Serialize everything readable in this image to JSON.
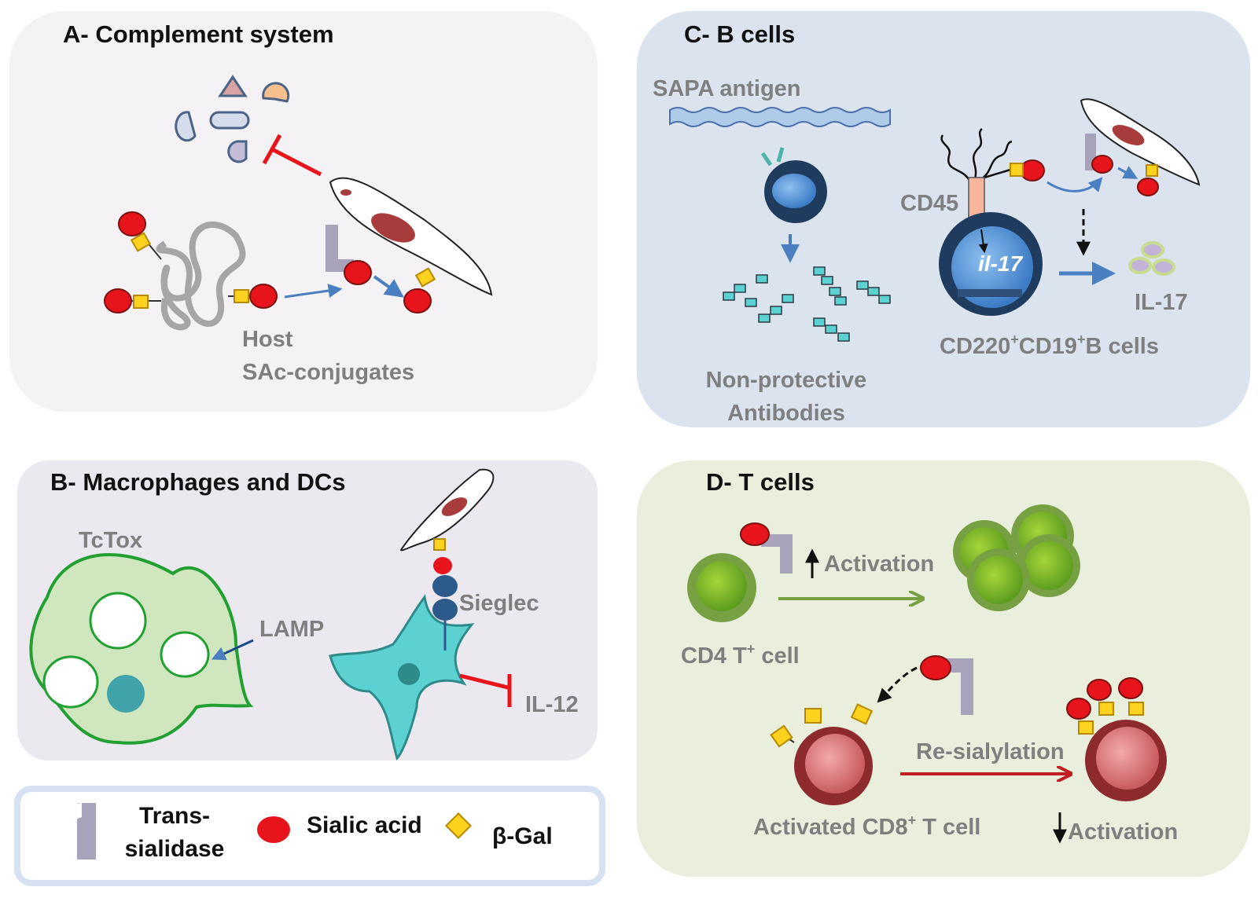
{
  "panels": {
    "a": {
      "title": "A-  Complement system",
      "host_line1": "Host",
      "host_line2": "SAc-conjugates"
    },
    "b": {
      "title": "B- Macrophages and DCs",
      "tctox": "TcTox",
      "lamp": "LAMP",
      "sieglec": "Sieglec",
      "il12": "IL-12"
    },
    "c": {
      "title": "C-  B cells",
      "sapa": "SAPA antigen",
      "cd45": "CD45",
      "il17_gene": "il-17",
      "il17": "IL-17",
      "antibodies_line1": "Non-protective",
      "antibodies_line2": "Antibodies",
      "bcell_label": "CD220+CD19+B cells"
    },
    "d": {
      "title": "D-  T cells",
      "activation_up": "Activation",
      "cd4": "CD4 T+ cell",
      "resialylation": "Re-sialylation",
      "cd8": "Activated  CD8+ T cell",
      "activation_down": "Activation"
    }
  },
  "legend": {
    "trans_line1": "Trans-",
    "trans_line2": "sialidase",
    "sialic": "Sialic acid",
    "bgal": "β-Gal"
  },
  "colors": {
    "sialic": "#e8141c",
    "bgal": "#ffd21f",
    "trans": "#a8a2ba",
    "blue_arrow": "#4a7fc1",
    "inhibit": "#e8141c",
    "green_arrow": "#77a043",
    "red_arrow": "#c01e20"
  }
}
